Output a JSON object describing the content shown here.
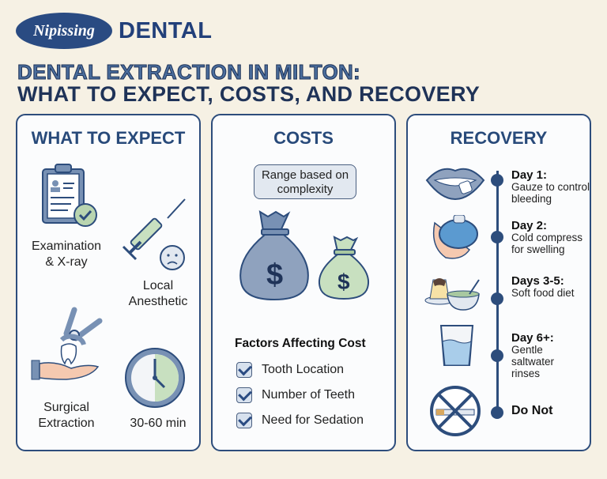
{
  "brand": {
    "oval_text": "Nipissing",
    "name": "DENTAL"
  },
  "title": {
    "line1": "DENTAL EXTRACTION IN MILTON:",
    "line2": "WHAT TO EXPECT, COSTS, AND RECOVERY"
  },
  "expect": {
    "title": "WHAT TO EXPECT",
    "items": [
      {
        "icon": "clipboard-check-icon",
        "label1": "Examination",
        "label2": "& X-ray"
      },
      {
        "icon": "syringe-icon",
        "label1": "Local",
        "label2": "Anesthetic"
      },
      {
        "icon": "forceps-tooth-icon",
        "label1": "Surgical",
        "label2": "Extraction"
      },
      {
        "icon": "clock-icon",
        "label1": "30-60 min",
        "label2": ""
      }
    ]
  },
  "costs": {
    "title": "COSTS",
    "range1": "Range based on",
    "range2": "complexity",
    "factors_title": "Factors Affecting Cost",
    "factors": [
      "Tooth Location",
      "Number of Teeth",
      "Need for Sedation"
    ]
  },
  "recovery": {
    "title": "RECOVERY",
    "steps": [
      {
        "day": "Day 1:",
        "text": "Gauze to control bleeding",
        "icon": "mouth-gauze-icon"
      },
      {
        "day": "Day 2:",
        "text": "Cold compress for swelling",
        "icon": "ice-pack-icon"
      },
      {
        "day": "Days 3-5:",
        "text": "Soft food diet",
        "icon": "soft-food-icon"
      },
      {
        "day": "Day 6+:",
        "text": "Gentle saltwater rinses",
        "icon": "water-glass-icon"
      },
      {
        "day": "Do Not",
        "text": "",
        "icon": "no-smoking-icon"
      }
    ]
  },
  "colors": {
    "navy": "#2a4b82",
    "background": "#f6f1e4",
    "green": "#b9d5b0"
  }
}
